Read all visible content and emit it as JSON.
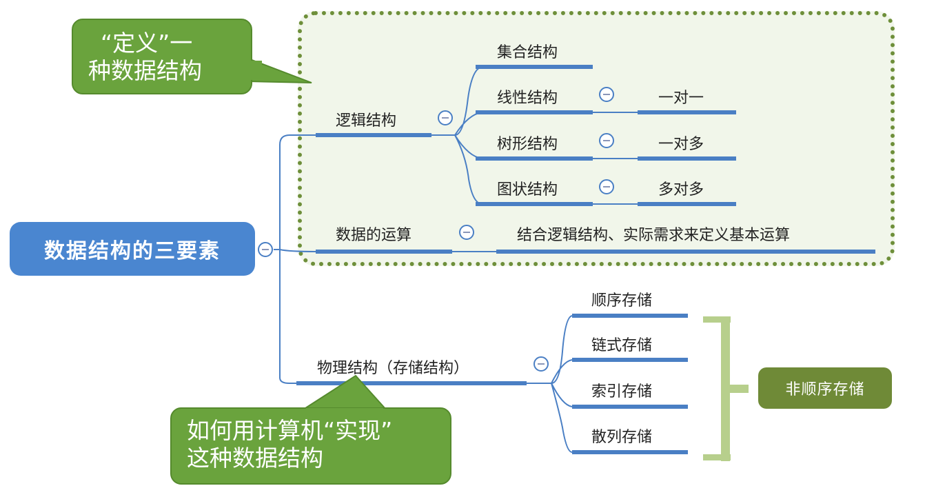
{
  "root": {
    "label": "数据结构的三要素"
  },
  "callouts": {
    "define": {
      "line1": "“定义”一",
      "line2": "种数据结构"
    },
    "implement": {
      "line1": "如何用计算机“实现”",
      "line2": "这种数据结构"
    }
  },
  "branches": {
    "logical": {
      "label": "逻辑结构",
      "children": [
        {
          "label": "集合结构",
          "detail": ""
        },
        {
          "label": "线性结构",
          "detail": "一对一"
        },
        {
          "label": "树形结构",
          "detail": "一对多"
        },
        {
          "label": "图状结构",
          "detail": "多对多"
        }
      ]
    },
    "operations": {
      "label": "数据的运算",
      "detail": "结合逻辑结构、实际需求来定义基本运算"
    },
    "physical": {
      "label": "物理结构（存储结构）",
      "children": [
        {
          "label": "顺序存储"
        },
        {
          "label": "链式存储"
        },
        {
          "label": "索引存储"
        },
        {
          "label": "散列存储"
        }
      ],
      "summary": "非顺序存储"
    }
  },
  "colors": {
    "root_fill": "#4a86d0",
    "line": "#4a7fc4",
    "group_border": "#6e8f3a",
    "group_fill": "#f1f6ea",
    "callout_fill": "#6aa33d",
    "summary_fill": "#6f8a37",
    "bracket": "#b7cf8c"
  }
}
